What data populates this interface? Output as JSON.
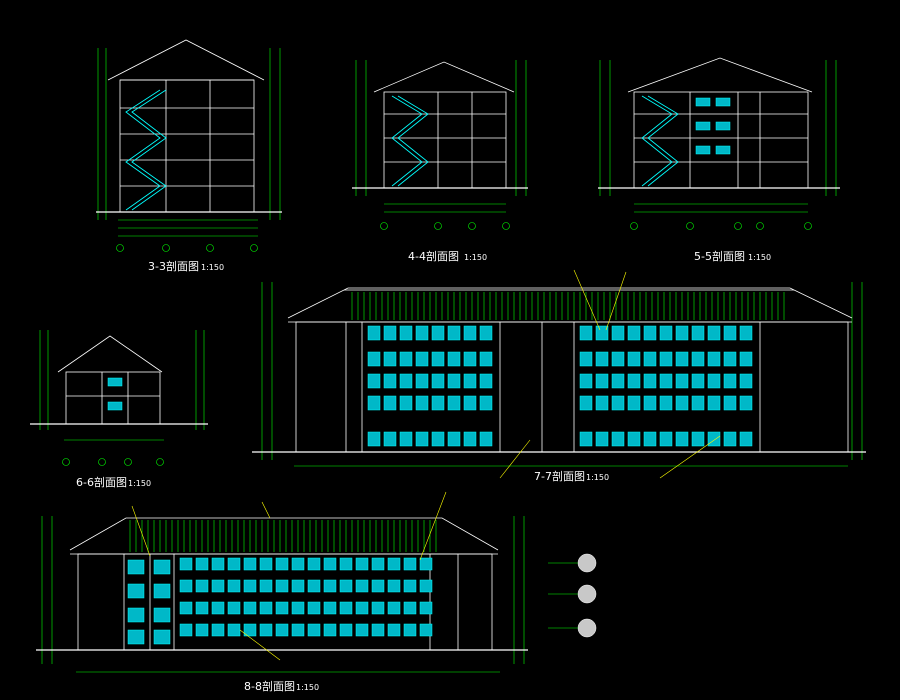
{
  "colors": {
    "background": "#000000",
    "outline": "#ffffff",
    "dimension": "#00ff00",
    "cyan": "#00ffff",
    "annotation": "#ffff00",
    "legend_circle": "#c8c8c8"
  },
  "sections": {
    "s33": {
      "title": "3-3剖面图",
      "scale": "1:150"
    },
    "s44": {
      "title": "4-4剖面图",
      "scale": "1:150"
    },
    "s55": {
      "title": "5-5剖面图",
      "scale": "1:150"
    },
    "s66": {
      "title": "6-6剖面图",
      "scale": "1:150"
    },
    "s77": {
      "title": "7-7剖面图",
      "scale": "1:150"
    },
    "s88": {
      "title": "8-8剖面图",
      "scale": "1:150"
    }
  }
}
